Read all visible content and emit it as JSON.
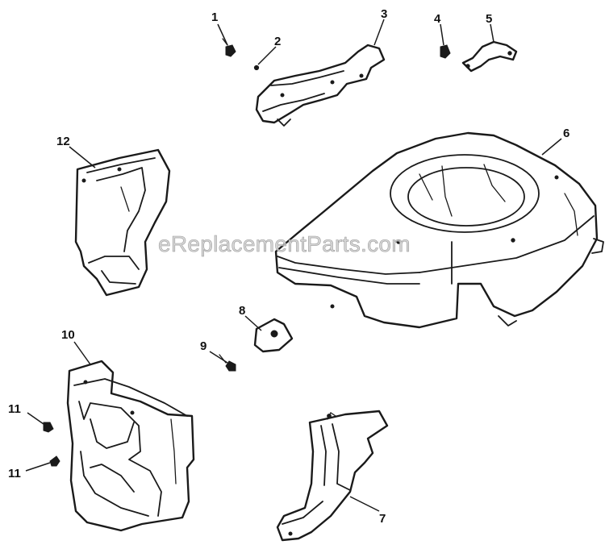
{
  "watermark": "eReplacementParts.com",
  "callouts": {
    "c1": "1",
    "c2": "2",
    "c3": "3",
    "c4": "4",
    "c5": "5",
    "c6": "6",
    "c7": "7",
    "c8": "8",
    "c9": "9",
    "c10": "10",
    "c11a": "11",
    "c11b": "11",
    "c12": "12"
  },
  "colors": {
    "line": "#1a1a1a",
    "watermark": "#cfcfcf",
    "background": "#ffffff"
  }
}
